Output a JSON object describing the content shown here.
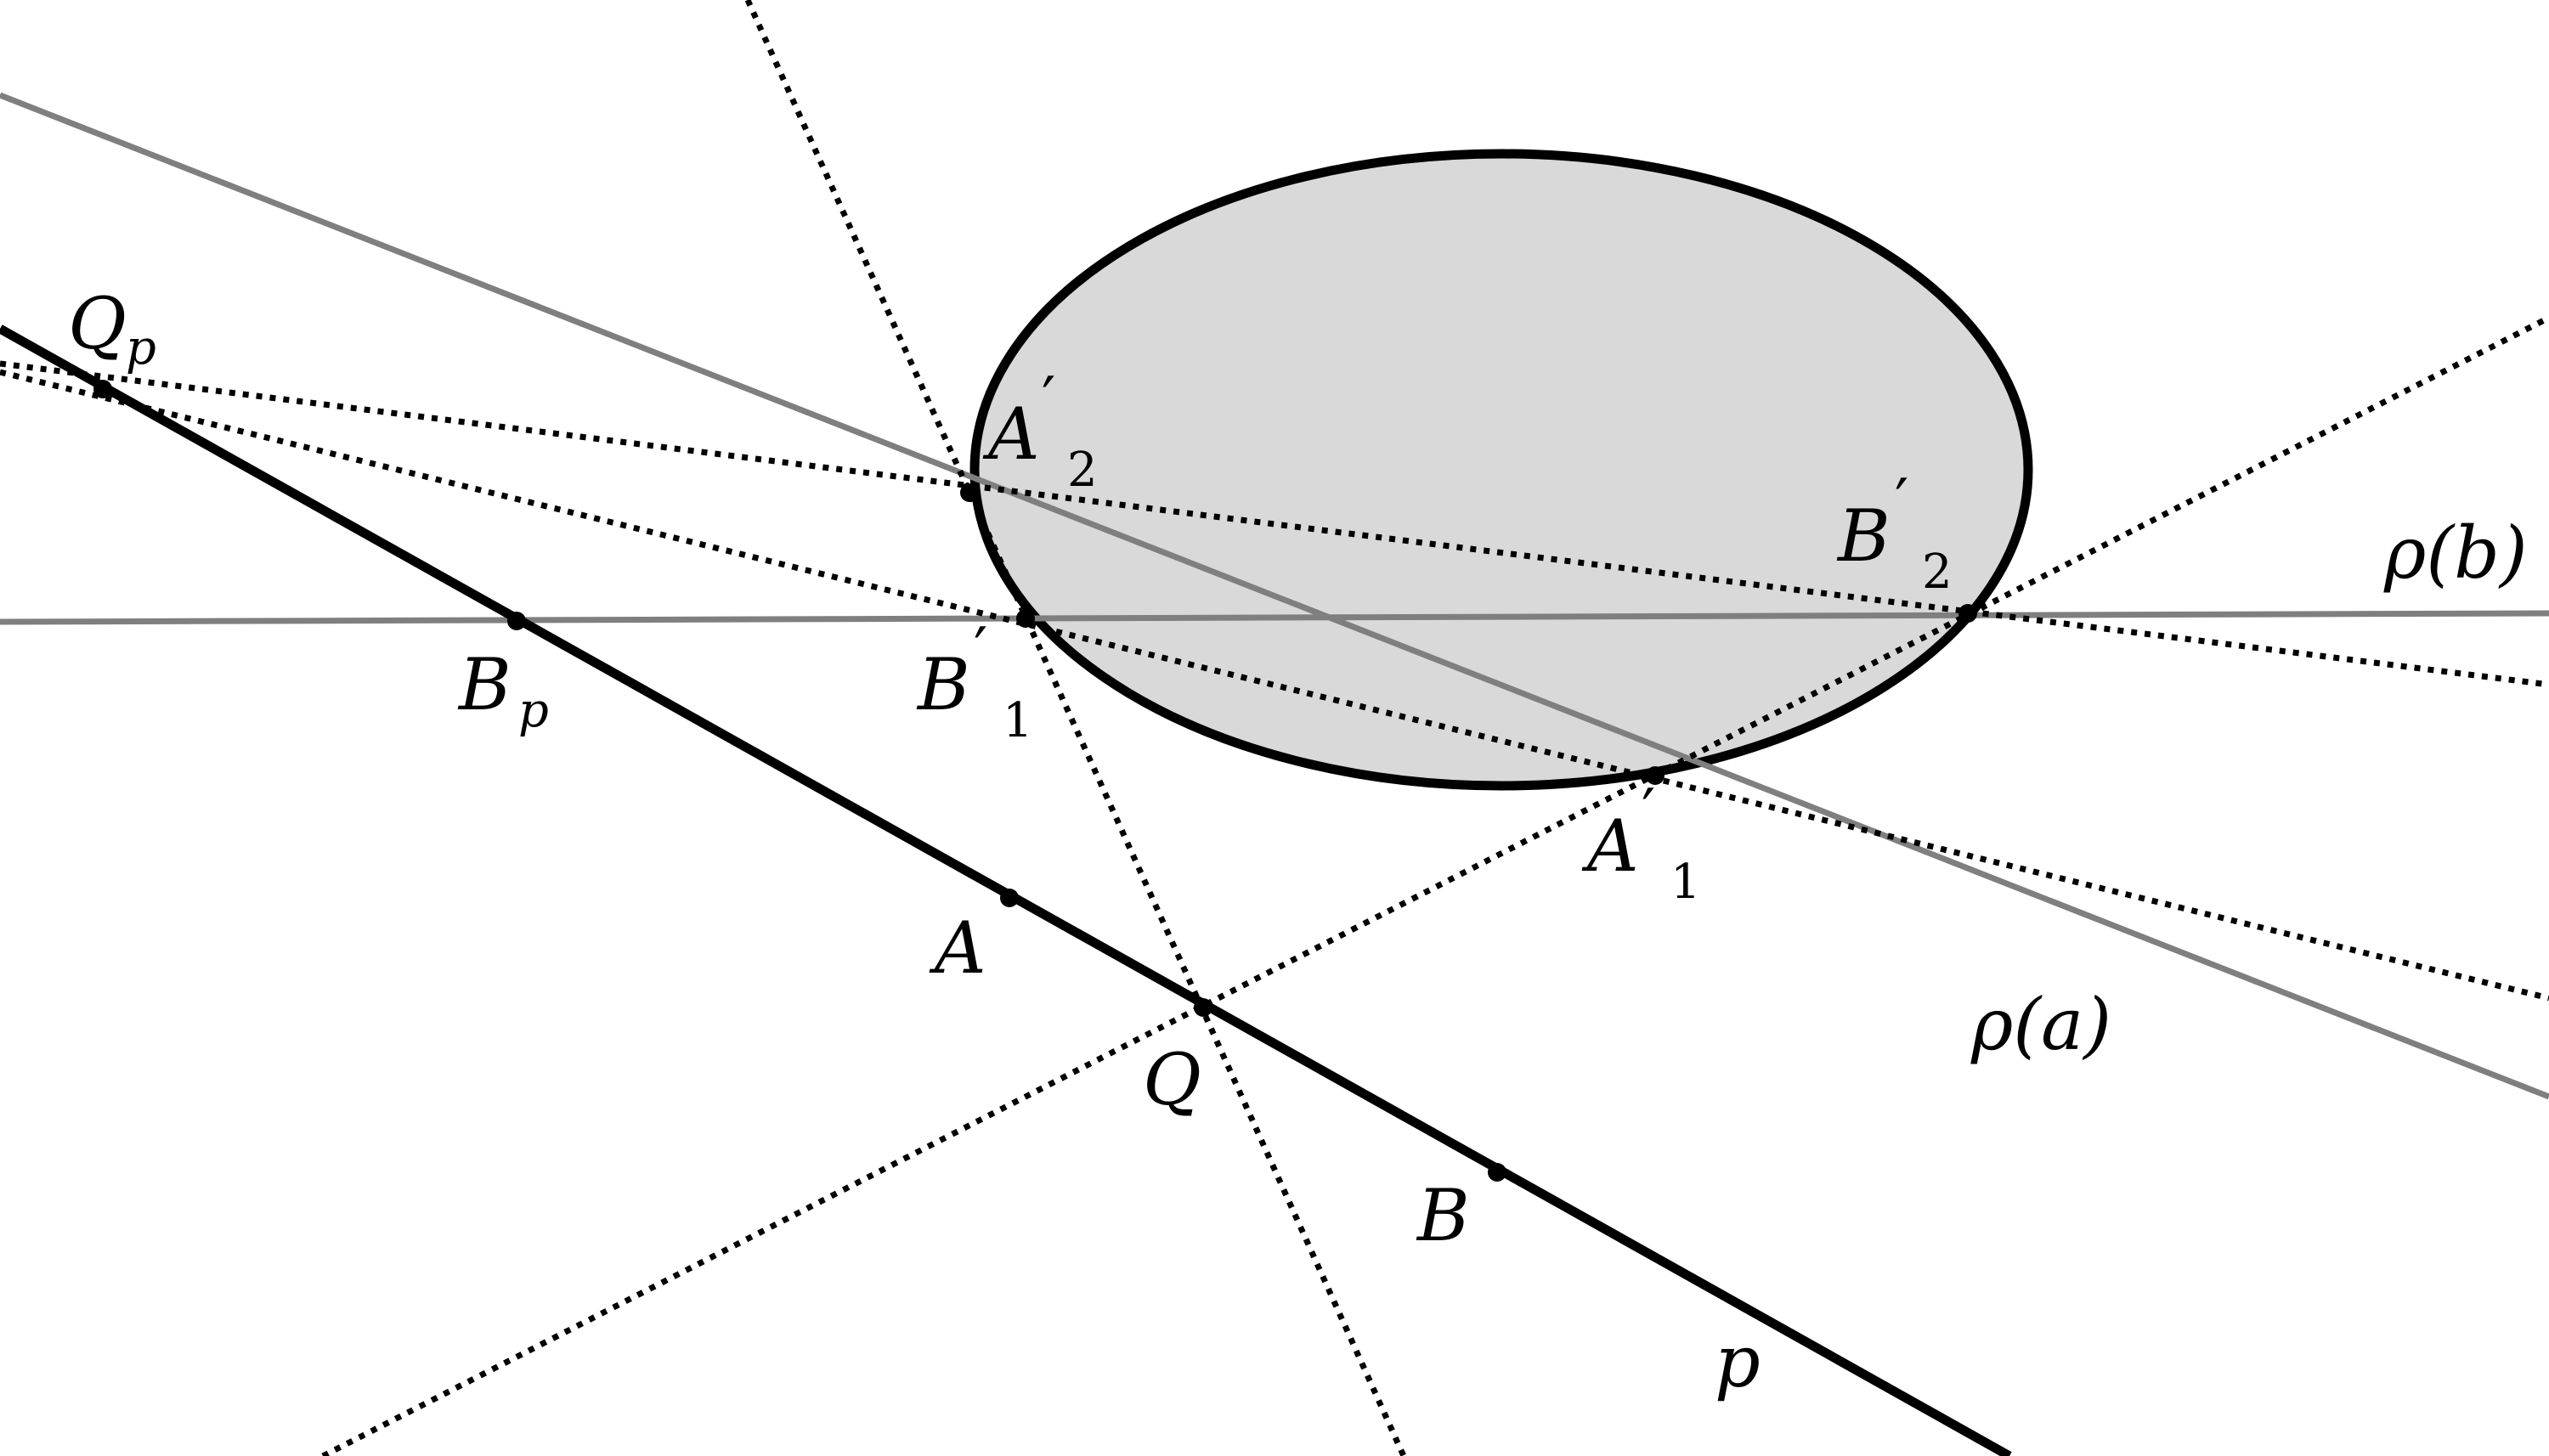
{
  "diagram": {
    "labels": {
      "Qp_base": "Q",
      "Qp_sub": "p",
      "Bp_base": "B",
      "Bp_sub": "p",
      "A": "A",
      "Q": "Q",
      "B": "B",
      "p": "p",
      "A2_base": "A",
      "A2_prime": "′",
      "A2_sub": "2",
      "B1_base": "B",
      "B1_prime": "′",
      "B1_sub": "1",
      "B2_base": "B",
      "B2_prime": "′",
      "B2_sub": "2",
      "A1_base": "A",
      "A1_prime": "′",
      "A1_sub": "1",
      "rho_b": "ρ(b)",
      "rho_a": "ρ(a)"
    },
    "colors": {
      "ellipse_fill": "#d9d9d9",
      "polar_lines": "#7f7f7f",
      "main_lines": "#000000"
    }
  }
}
